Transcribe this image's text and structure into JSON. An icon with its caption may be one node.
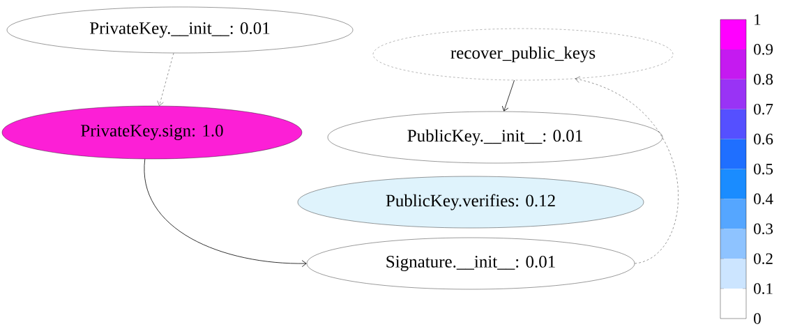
{
  "diagram": {
    "nodes": [
      {
        "text": [
          "PrivateKey.__init__: 0.01"
        ]
      },
      {
        "text": [
          "recover_public_keys"
        ]
      },
      {
        "text": [
          "PrivateKey.sign: 1.0"
        ]
      },
      {
        "text": [
          "PublicKey.__init__: 0.01"
        ]
      },
      {
        "text": [
          "PublicKey.verifies: 0.12"
        ]
      },
      {
        "text": [
          "Signature.__init__: 0.01"
        ]
      }
    ],
    "edges": [
      {
        "from": 0,
        "to": 2,
        "arrow": "to",
        "style": "dashed"
      },
      {
        "from": 1,
        "to": 3,
        "arrow": "to"
      },
      {
        "from": 2,
        "to": 5,
        "arrow": "to"
      },
      {
        "from": 5,
        "to": 1,
        "arrow": "to",
        "style": "dashed"
      }
    ],
    "labels": [
      "1",
      "0.9",
      "0.8",
      "0.7",
      "0.6",
      "0.5",
      "0.4",
      "0.3",
      "0.2",
      "0.1",
      "0"
    ]
  }
}
